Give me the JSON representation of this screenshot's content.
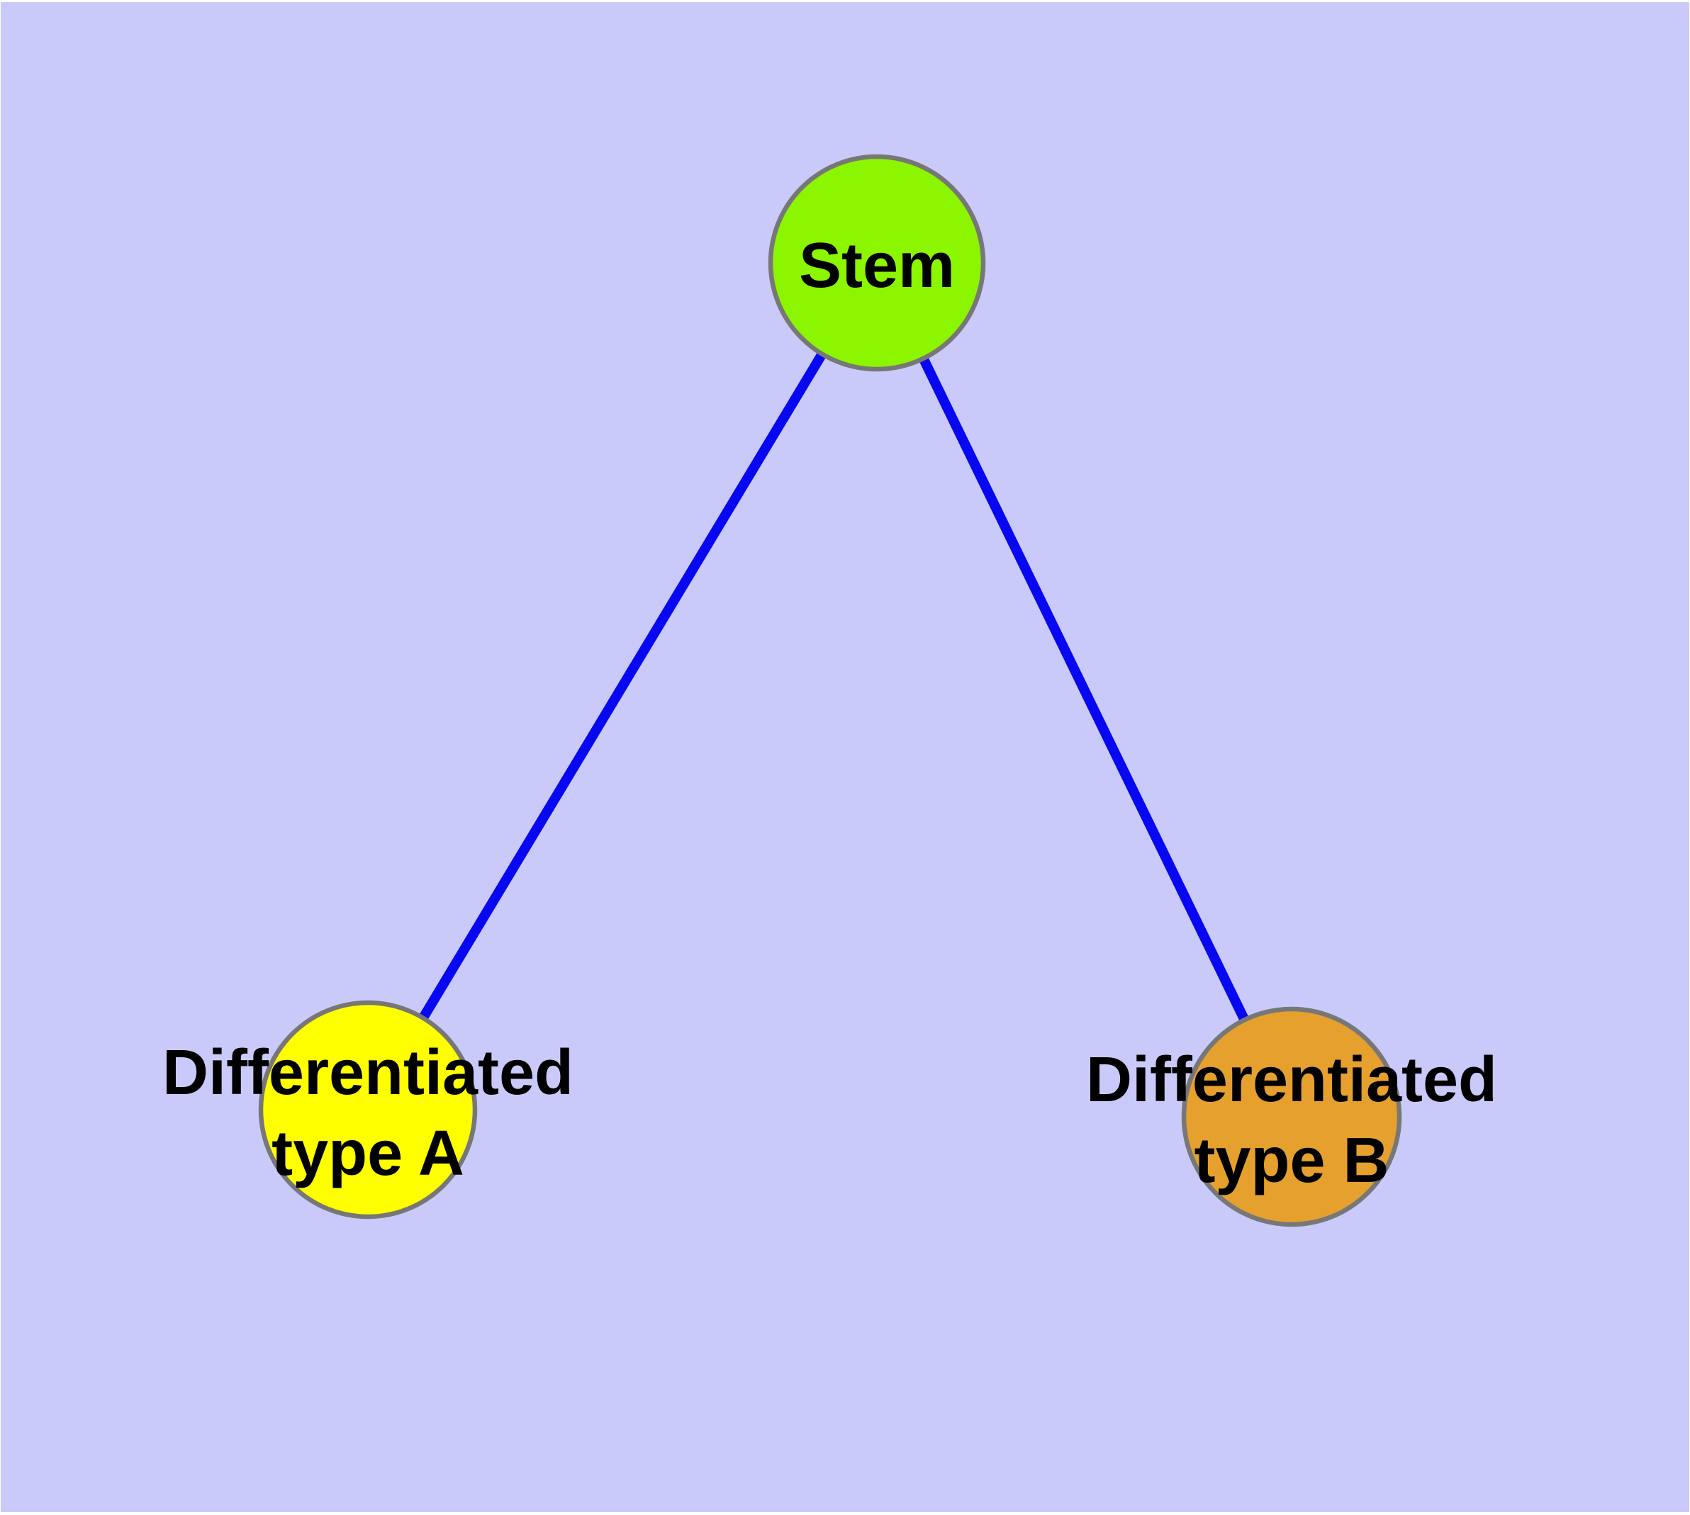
{
  "diagram": {
    "colors": {
      "page": "#FFFFFF",
      "background": "#CACAFA",
      "edge": "#0707F2",
      "node_border": "#777777",
      "label": "#000000"
    },
    "nodes": {
      "stem": {
        "label": "Stem",
        "fill": "#8CF500"
      },
      "type_a": {
        "label_line1": "Differentiated",
        "label_line2": "type A",
        "fill": "#FFFF00"
      },
      "type_b": {
        "label_line1": "Differentiated",
        "label_line2": "type B",
        "fill": "#E6A02E"
      }
    },
    "edges": [
      {
        "from": "Stem",
        "to": "Differentiated type A"
      },
      {
        "from": "Stem",
        "to": "Differentiated type B"
      }
    ]
  }
}
